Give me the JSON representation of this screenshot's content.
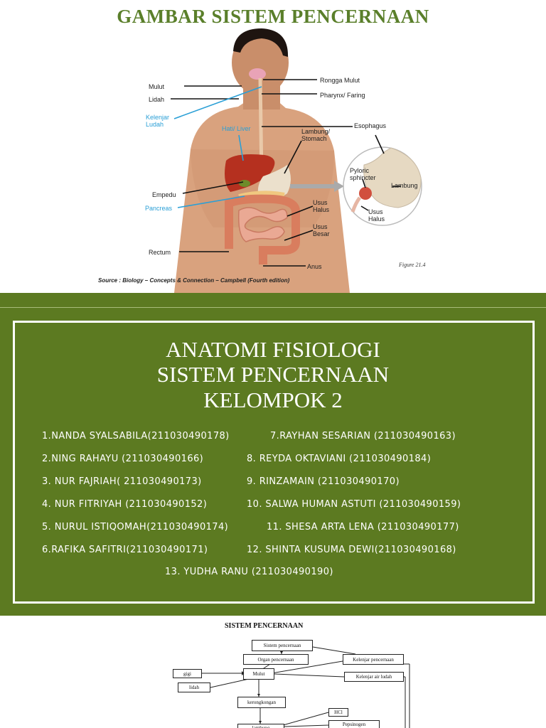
{
  "slide1": {
    "title": "GAMBAR SISTEM PENCERNAAN",
    "labels_left": {
      "mulut": "Mulut",
      "lidah": "Lidah",
      "kelenjar_ludah": "Kelenjar\nLudah",
      "hati": "Hati/ Liver",
      "empedu": "Empedu",
      "pancreas": "Pancreas",
      "rectum": "Rectum"
    },
    "labels_right": {
      "rongga_mulut": "Rongga Mulut",
      "pharynx": "Pharynx/ Faring",
      "lambung_stomach": "Lambung/\nStomach",
      "esophagus": "Esophagus",
      "usus_halus": "Usus\nHalus",
      "usus_besar": "Usus\nBesar",
      "anus": "Anus"
    },
    "inset": {
      "pyloric": "Pyloric\nsphincter",
      "lambung": "Lambung",
      "usus_halus": "Usus\nHalus"
    },
    "figure_caption": "Figure 21.4",
    "source": "Source : Biology – Concepts & Connection – Campbell (Fourth edition)"
  },
  "slide2": {
    "title_lines": [
      "ANATOMI FISIOLOGI",
      "SISTEM PENCERNAAN",
      "KELOMPOK 2"
    ],
    "members_left": [
      "1.NANDA SYALSABILA(211030490178)",
      "2.NING RAHAYU (211030490166)",
      "3. NUR FAJRIAH(  211030490173)",
      "4. NUR FITRIYAH (211030490152)",
      "5. NURUL ISTIQOMAH(211030490174)",
      "6.RAFIKA SAFITRI(211030490171)"
    ],
    "members_right": [
      "7.RAYHAN SESARIAN (211030490163)",
      "8. REYDA OKTAVIANI (211030490184)",
      "9. RINZAMAIN (211030490170)",
      "10. SALWA HUMAN ASTUTI (211030490159)",
      "11. SHESA ARTA LENA (211030490177)",
      "12. SHINTA KUSUMA DEWI(211030490168)"
    ],
    "member_last": "13. YUDHA RANU (211030490190)"
  },
  "slide3": {
    "title": "SISTEM PENCERNAAN",
    "boxes": {
      "sistem": "Sistem pencernaan",
      "organ": "Organ pencernaan",
      "kelenjar": "Kelenjar pencernaan",
      "gigi": "gigi",
      "mulut": "Mulut",
      "kelenjar_ludah": "Kelenjar air ludah",
      "lidah": "lidah",
      "kerongkongan": "kerongkongan",
      "hcl": "HCl",
      "pepsinogen": "Pepsinogen",
      "lambung": "lambung"
    }
  },
  "colors": {
    "title_green": "#5a7f2a",
    "slide_bg": "#5c7a21",
    "label_blue": "#2a9fd6"
  }
}
